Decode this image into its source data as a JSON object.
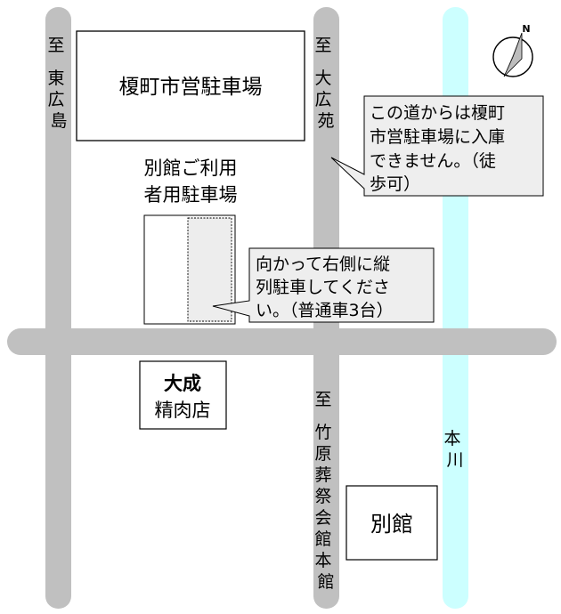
{
  "colors": {
    "road": "#c0c0c0",
    "river": "#ccffff",
    "callout_fill": "#eeeeee",
    "lot_fill": "#ededed"
  },
  "roads": {
    "west_direction": "至 東広島",
    "center_north_direction": "至 大広苑",
    "center_south_direction": "至 竹原葬祭会館本館"
  },
  "river": {
    "label": "本川"
  },
  "buildings": {
    "city_parking": "榎町市営駐車場",
    "guest_parking_line1": "別館ご利用",
    "guest_parking_line2": "者用駐車場",
    "butcher_line1": "大成",
    "butcher_line2": "精肉店",
    "annex": "別館"
  },
  "callouts": {
    "no_entry": [
      "この道からは榎町",
      "市営駐車場に入庫",
      "できません。（徒",
      "歩可）"
    ],
    "parking_instructions": [
      "向かって右側に縦",
      "列駐車してくださ",
      "い。（普通車3台）"
    ]
  },
  "compass": {
    "north_label": "N"
  },
  "icons": {
    "compass": "north-arrow-compass-icon"
  }
}
